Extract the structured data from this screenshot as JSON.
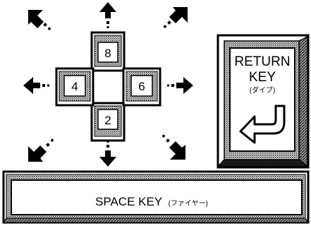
{
  "numpad": {
    "up_key": "8",
    "left_key": "4",
    "right_key": "6",
    "down_key": "2"
  },
  "return_key": {
    "line1": "RETURN",
    "line2": "KEY",
    "note": "(ダイブ)",
    "icon": "return-arrow-icon"
  },
  "space_key": {
    "label": "SPACE KEY",
    "note": "(ファイヤー)"
  },
  "arrows": [
    "arrow-up-icon",
    "arrow-down-icon",
    "arrow-left-icon",
    "arrow-right-icon",
    "arrow-up-left-icon",
    "arrow-up-right-icon",
    "arrow-down-left-icon",
    "arrow-down-right-icon"
  ],
  "colors": {
    "ink": "#000000",
    "paper": "#ffffff",
    "hatch": "#8a8a8a"
  }
}
